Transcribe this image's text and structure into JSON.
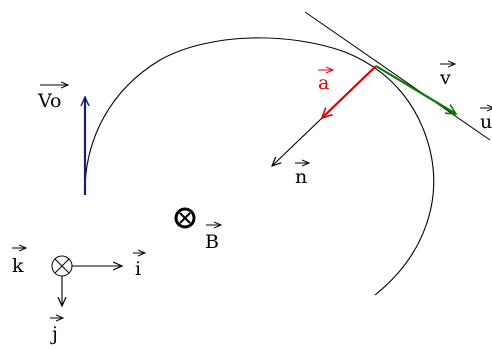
{
  "labels": {
    "v0": "Vo",
    "a": "a",
    "v": "v",
    "u": "u",
    "n": "n",
    "B": "B",
    "k": "k",
    "i": "i",
    "j": "j"
  },
  "colors": {
    "curve": "#000000",
    "v0_arrow": "#1a1a7a",
    "a_arrow": "#e00000",
    "v_arrow": "#0a7a0a",
    "n_arrow": "#000000",
    "tangent": "#000000"
  },
  "icons": {
    "magnetic_field": "circle-with-cross-icon",
    "k_axis": "circle-with-cross-icon"
  }
}
